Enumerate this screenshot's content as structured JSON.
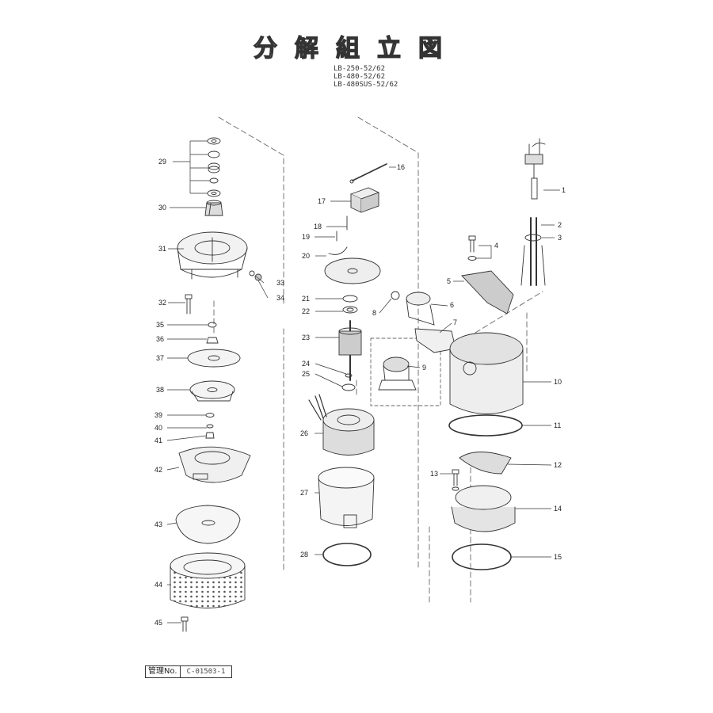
{
  "title": "分解組立図",
  "models": [
    "LB-250-52/62",
    "LB-480-52/62",
    "LB-480SUS-52/62"
  ],
  "management": {
    "label": "管理No.",
    "value": "C-01503-1"
  },
  "parts": [
    {
      "no": "1"
    },
    {
      "no": "2"
    },
    {
      "no": "3"
    },
    {
      "no": "4"
    },
    {
      "no": "5"
    },
    {
      "no": "6"
    },
    {
      "no": "7"
    },
    {
      "no": "8"
    },
    {
      "no": "9"
    },
    {
      "no": "10"
    },
    {
      "no": "11"
    },
    {
      "no": "12"
    },
    {
      "no": "13"
    },
    {
      "no": "14"
    },
    {
      "no": "15"
    },
    {
      "no": "16"
    },
    {
      "no": "17"
    },
    {
      "no": "18"
    },
    {
      "no": "19"
    },
    {
      "no": "20"
    },
    {
      "no": "21"
    },
    {
      "no": "22"
    },
    {
      "no": "23"
    },
    {
      "no": "24"
    },
    {
      "no": "25"
    },
    {
      "no": "26"
    },
    {
      "no": "27"
    },
    {
      "no": "28"
    },
    {
      "no": "29"
    },
    {
      "no": "30"
    },
    {
      "no": "31"
    },
    {
      "no": "32"
    },
    {
      "no": "33"
    },
    {
      "no": "34"
    },
    {
      "no": "35"
    },
    {
      "no": "36"
    },
    {
      "no": "37"
    },
    {
      "no": "38"
    },
    {
      "no": "39"
    },
    {
      "no": "40"
    },
    {
      "no": "41"
    },
    {
      "no": "42"
    },
    {
      "no": "43"
    },
    {
      "no": "44"
    },
    {
      "no": "45"
    }
  ]
}
